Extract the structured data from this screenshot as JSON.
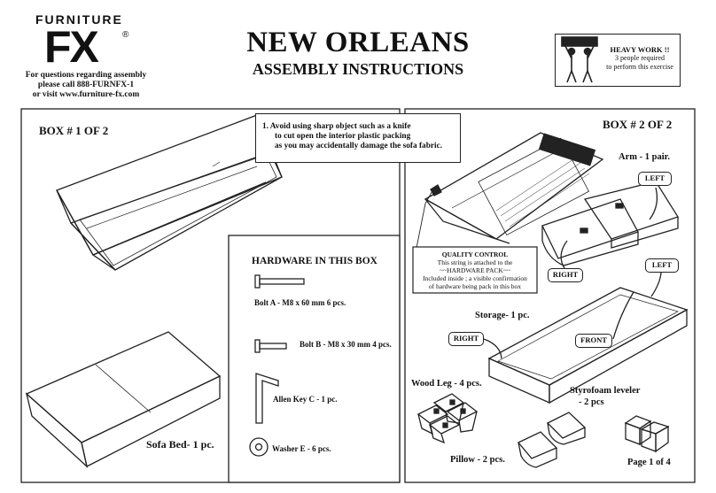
{
  "logo": {
    "top_text": "FURNITURE",
    "main_text": "FX",
    "registered": "®"
  },
  "contact": {
    "line1": "For questions regarding assembly",
    "line2": "please call 888-FURNFX-1",
    "line3": "or visit www.furniture-fx.com"
  },
  "title": "NEW ORLEANS",
  "subtitle": "ASSEMBLY INSTRUCTIONS",
  "heavy_work": {
    "line1": "HEAVY WORK !!",
    "line2": "3 people required",
    "line3": "to perform this exercise",
    "icon": "two-people-lifting-icon"
  },
  "notice": {
    "line1": "1. Avoid using sharp object such as a knife",
    "line2": "to cut open the interior plastic packing",
    "line3": "as you may accidentally damage the sofa fabric."
  },
  "box1": {
    "title": "BOX # 1 OF 2",
    "item": "Sofa Bed- 1 pc."
  },
  "hardware": {
    "title": "HARDWARE IN THIS BOX",
    "bolt_a": "Bolt A - M8 x 60 mm   6 pcs.",
    "bolt_b": "Bolt B - M8 x 30 mm   4 pcs.",
    "allen_key": "Allen Key  C - 1 pc.",
    "washer": "Washer E -  6 pcs."
  },
  "box2": {
    "title": "BOX # 2 OF 2",
    "arm": "Arm - 1 pair.",
    "storage": "Storage- 1 pc.",
    "wood_leg": "Wood Leg - 4 pcs.",
    "pillow": "Pillow - 2 pcs.",
    "styrofoam_1": "Styrofoam leveler",
    "styrofoam_2": "- 2 pcs"
  },
  "quality_control": {
    "line1": "QUALITY CONTROL",
    "line2": "This string is attached to the",
    "line3": "~~HARDWARE PACK~~",
    "line4": "Included inside ; a visible confirmation",
    "line5": "of hardware being pack in this box"
  },
  "tags": {
    "left": "LEFT",
    "right": "RIGHT",
    "front": "FRONT"
  },
  "page": "Page 1 of 4"
}
